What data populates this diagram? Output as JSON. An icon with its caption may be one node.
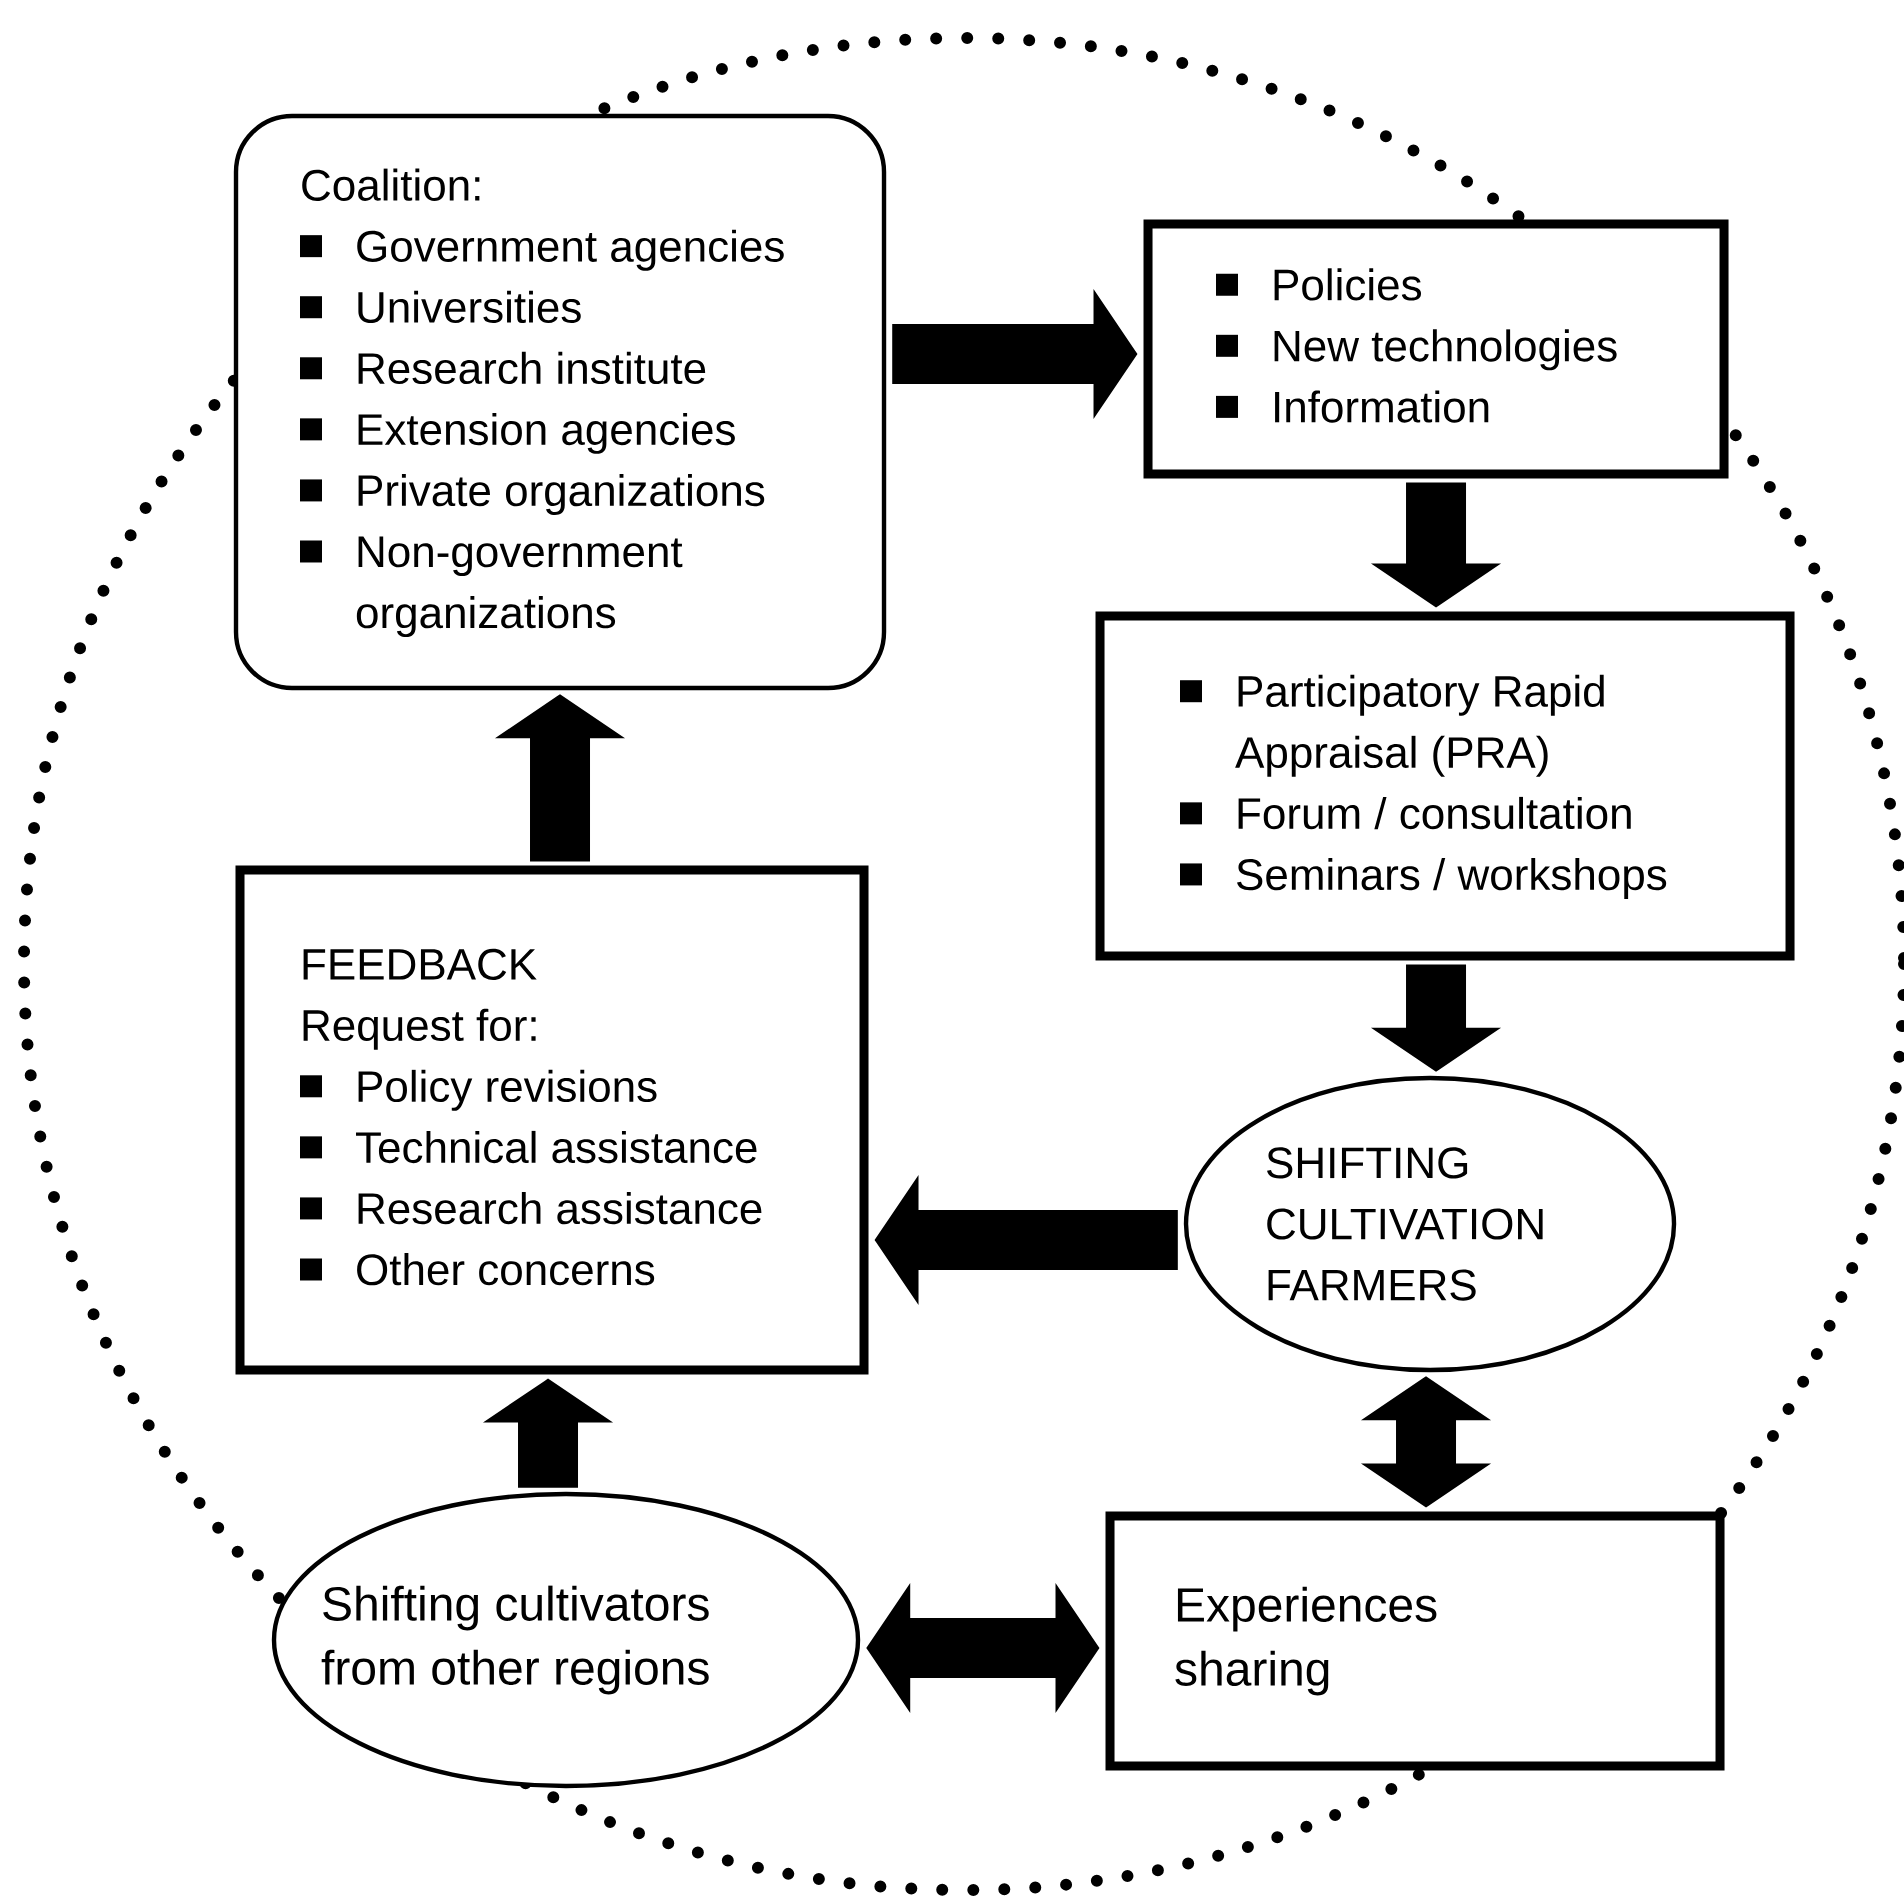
{
  "diagram": {
    "nodes": [
      {
        "text": [
          "Coalition:",
          "Government agencies",
          "Universities",
          "Research institute",
          "Extension agencies",
          "Private organizations",
          "Non-government organizations"
        ]
      },
      {
        "text": [
          "Policies",
          "New technologies",
          "Information"
        ]
      },
      {
        "text": [
          "Participatory Rapid Appraisal (PRA)",
          "Forum / consultation",
          "Seminars / workshops"
        ]
      },
      {
        "text": [
          "SHIFTING CULTIVATION FARMERS"
        ]
      },
      {
        "text": [
          "FEEDBACK",
          "Request for:",
          "Policy revisions",
          "Technical assistance",
          "Research assistance",
          "Other concerns"
        ]
      },
      {
        "text": [
          "Shifting cultivators from other regions"
        ]
      },
      {
        "text": [
          "Experiences sharing"
        ]
      }
    ],
    "edges": [
      {
        "from": 0,
        "to": 1,
        "arrow": "to"
      },
      {
        "from": 1,
        "to": 2,
        "arrow": "to"
      },
      {
        "from": 2,
        "to": 3,
        "arrow": "to"
      },
      {
        "from": 3,
        "to": 4,
        "arrow": "to"
      },
      {
        "from": 3,
        "to": 6,
        "arrow": "both"
      },
      {
        "from": 5,
        "to": 6,
        "arrow": "both"
      },
      {
        "from": 5,
        "to": 4,
        "arrow": "to"
      },
      {
        "from": 4,
        "to": 0,
        "arrow": "to"
      }
    ]
  }
}
